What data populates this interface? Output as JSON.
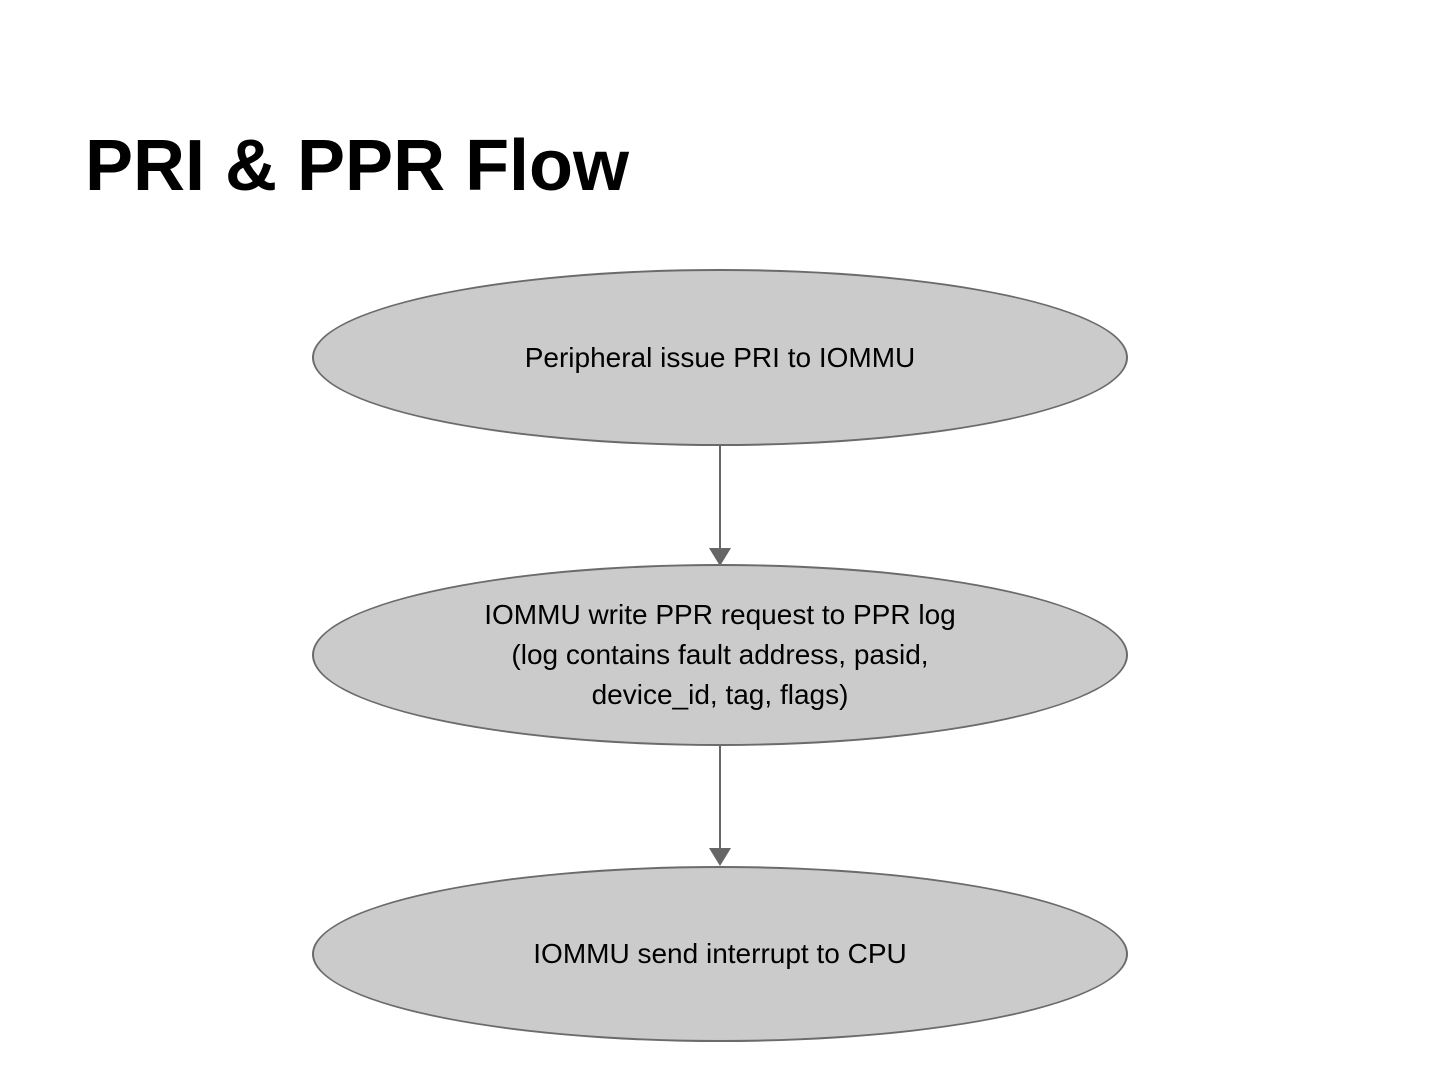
{
  "page": {
    "title": "PRI & PPR Flow"
  },
  "diagram": {
    "type": "flowchart",
    "direction": "top-down",
    "nodes": [
      {
        "id": "peripheral-issue-pri",
        "shape": "ellipse",
        "lines": [
          "Peripheral issue PRI to IOMMU"
        ]
      },
      {
        "id": "iommu-write-ppr-log",
        "shape": "ellipse",
        "lines": [
          "IOMMU write PPR request to PPR log",
          "(log contains fault address, pasid,",
          "device_id, tag, flags)"
        ]
      },
      {
        "id": "iommu-send-interrupt",
        "shape": "ellipse",
        "lines": [
          "IOMMU send interrupt to CPU"
        ]
      }
    ],
    "edges": [
      {
        "from": "peripheral-issue-pri",
        "to": "iommu-write-ppr-log",
        "style": "arrow-down"
      },
      {
        "from": "iommu-write-ppr-log",
        "to": "iommu-send-interrupt",
        "style": "arrow-down"
      }
    ]
  },
  "colors": {
    "node_fill": "#cbcbcb",
    "node_border": "#6b6b6b",
    "arrow_color": "#666666",
    "text_color": "#000000",
    "background": "#ffffff"
  }
}
